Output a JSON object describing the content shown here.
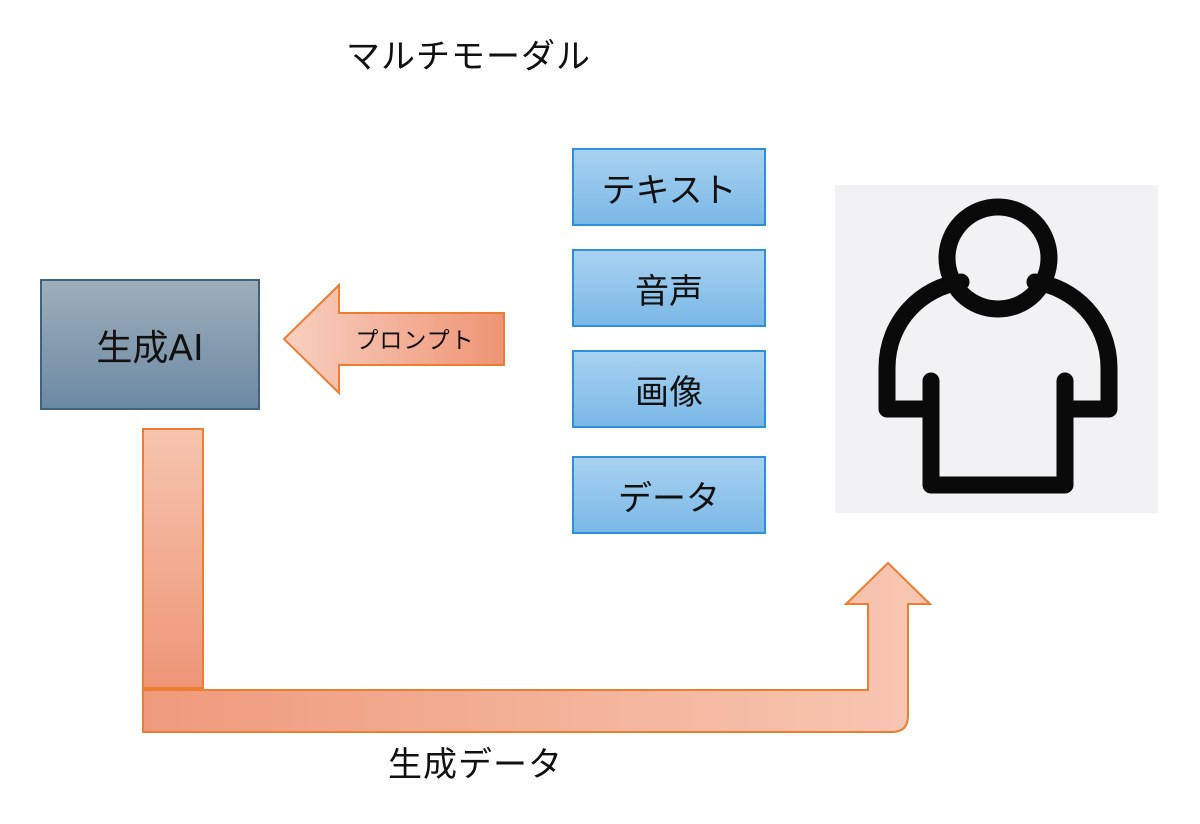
{
  "diagram": {
    "title": "マルチモーダル",
    "generator_label": "生成AI",
    "prompt_label": "プロンプト",
    "modalities": [
      {
        "label": "テキスト"
      },
      {
        "label": "音声"
      },
      {
        "label": "画像"
      },
      {
        "label": "データ"
      }
    ],
    "output_label": "生成データ",
    "user_icon": "person-icon"
  },
  "colors": {
    "arrow_fill_dark": "#ef9b7c",
    "arrow_fill_light": "#f7c7b2",
    "arrow_stroke": "#ed7d31",
    "generator_fill_top": "#9eaebb",
    "generator_fill_bottom": "#6c8aa3",
    "generator_border": "#41617c",
    "modality_fill_top": "#a9d2f0",
    "modality_fill_bottom": "#7ab8e7",
    "modality_border": "#2f8fd8",
    "user_panel_bg": "#f2f2f4",
    "icon_stroke": "#0a0a0a"
  }
}
